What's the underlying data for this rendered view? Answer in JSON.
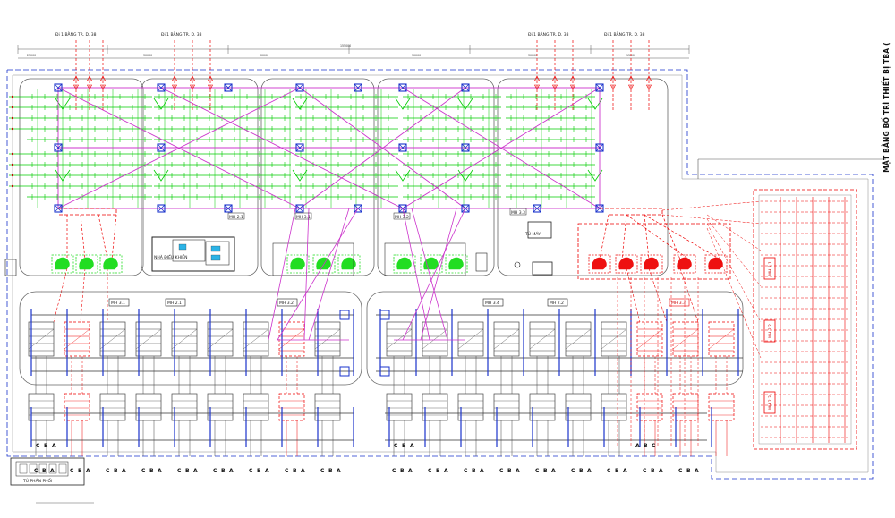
{
  "drawing": {
    "title": "MẶT BẰNG BỐ TRÍ THIẾT BỊ TBA ("
  },
  "line_labels": {
    "top_left": [
      "Đi 1 BẰNG TR. D. 38",
      "Đi 1 BẰNG TR. D. 38"
    ],
    "top_right": [
      "Đi 1 BẰNG TR. D. 38",
      "Đi 1 BẰNG TR. D. 38"
    ]
  },
  "bays": {
    "lower_left": [
      "MH 3.1",
      "MH 2.1",
      "MH 3.2"
    ],
    "lower_right": [
      "MH 3.4",
      "MH 2.2",
      "MH 3.3"
    ],
    "upper": [
      "MH 2.1",
      "MH 3.1",
      "MH 3.2",
      "MH 3.3"
    ],
    "side": [
      "MH 2.1",
      "MH 2.2",
      "MH 2.3"
    ]
  },
  "phases_lower": [
    "C",
    "B",
    "A"
  ],
  "phases_right": [
    "A",
    "B",
    "C"
  ],
  "control": {
    "building_label": "NHÀ ĐIỀU KHIỂN",
    "kiosk_label": "TỦ MÁY",
    "legend_label": "TỦ PHÂN PHỐI"
  },
  "colors": {
    "new_equipment_green": "#00cc00",
    "existing_red": "#ee0000",
    "busbar_magenta": "#cc33cc",
    "structure_blue": "#1a33cc",
    "outline": "#555555"
  }
}
